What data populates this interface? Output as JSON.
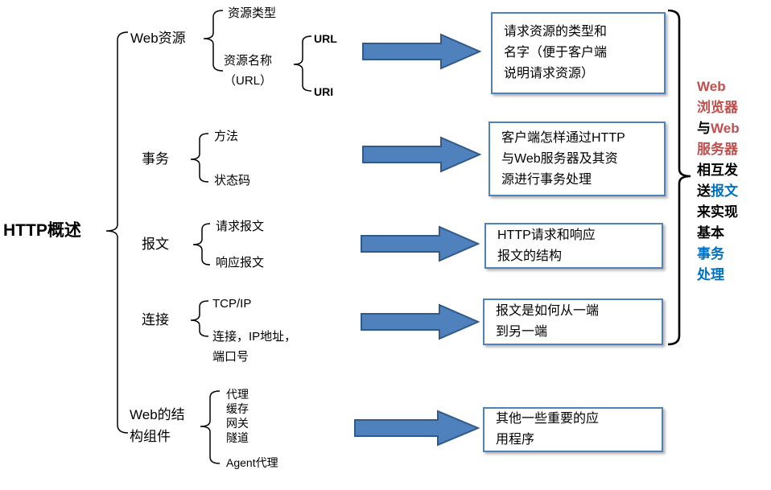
{
  "colors": {
    "accent_red": "#C0504D",
    "accent_blue": "#0070C0",
    "arrow_fill": "#4F81BD",
    "arrow_border": "#2F5A8B",
    "box_border": "#4F81BD",
    "line_color": "#000000",
    "text_black": "#000000"
  },
  "tree": {
    "root": "HTTP概述",
    "web_resource": {
      "label": "Web资源",
      "resource_type": "资源类型",
      "resource_name_line1": "资源名称",
      "resource_name_line2": "（URL）",
      "url": "URL",
      "uri": "URI"
    },
    "transaction": {
      "label": "事务",
      "method": "方法",
      "status_code": "状态码"
    },
    "message": {
      "label": "报文",
      "request": "请求报文",
      "response": "响应报文"
    },
    "connection": {
      "label": "连接",
      "tcp_ip": "TCP/IP",
      "conn_line1": "连接，IP地址，",
      "conn_line2": "端口号"
    },
    "components": {
      "label_line1": "Web的结",
      "label_line2": "构组件",
      "proxy": "代理",
      "cache": "缓存",
      "gateway": "网关",
      "tunnel": "隧道",
      "agent": "Agent代理"
    }
  },
  "boxes": [
    {
      "lines": [
        "请求资源的类型和",
        "名字（便于客户端",
        "说明请求资源）"
      ]
    },
    {
      "lines": [
        "客户端怎样通过HTTP",
        "与Web服务器及其资",
        "源进行事务处理"
      ]
    },
    {
      "lines": [
        "HTTP请求和响应",
        "报文的结构"
      ]
    },
    {
      "lines": [
        "报文是如何从一端",
        "到另一端"
      ]
    },
    {
      "lines": [
        "其他一些重要的应",
        "用程序"
      ]
    }
  ],
  "side_note": {
    "lines": [
      {
        "segments": [
          {
            "text": "Web",
            "color": "red"
          }
        ]
      },
      {
        "segments": [
          {
            "text": "浏览器",
            "color": "red"
          }
        ]
      },
      {
        "segments": [
          {
            "text": "与",
            "color": "black"
          },
          {
            "text": "Web",
            "color": "red"
          }
        ]
      },
      {
        "segments": [
          {
            "text": "服务器",
            "color": "red"
          }
        ]
      },
      {
        "segments": [
          {
            "text": "相互发",
            "color": "black"
          }
        ]
      },
      {
        "segments": [
          {
            "text": "送",
            "color": "black"
          },
          {
            "text": "报文",
            "color": "blue"
          }
        ]
      },
      {
        "segments": [
          {
            "text": "来实现",
            "color": "black"
          }
        ]
      },
      {
        "segments": [
          {
            "text": "基本",
            "color": "black"
          }
        ]
      },
      {
        "segments": [
          {
            "text": "事务",
            "color": "blue"
          }
        ]
      },
      {
        "segments": [
          {
            "text": "处理",
            "color": "blue"
          }
        ]
      }
    ]
  }
}
